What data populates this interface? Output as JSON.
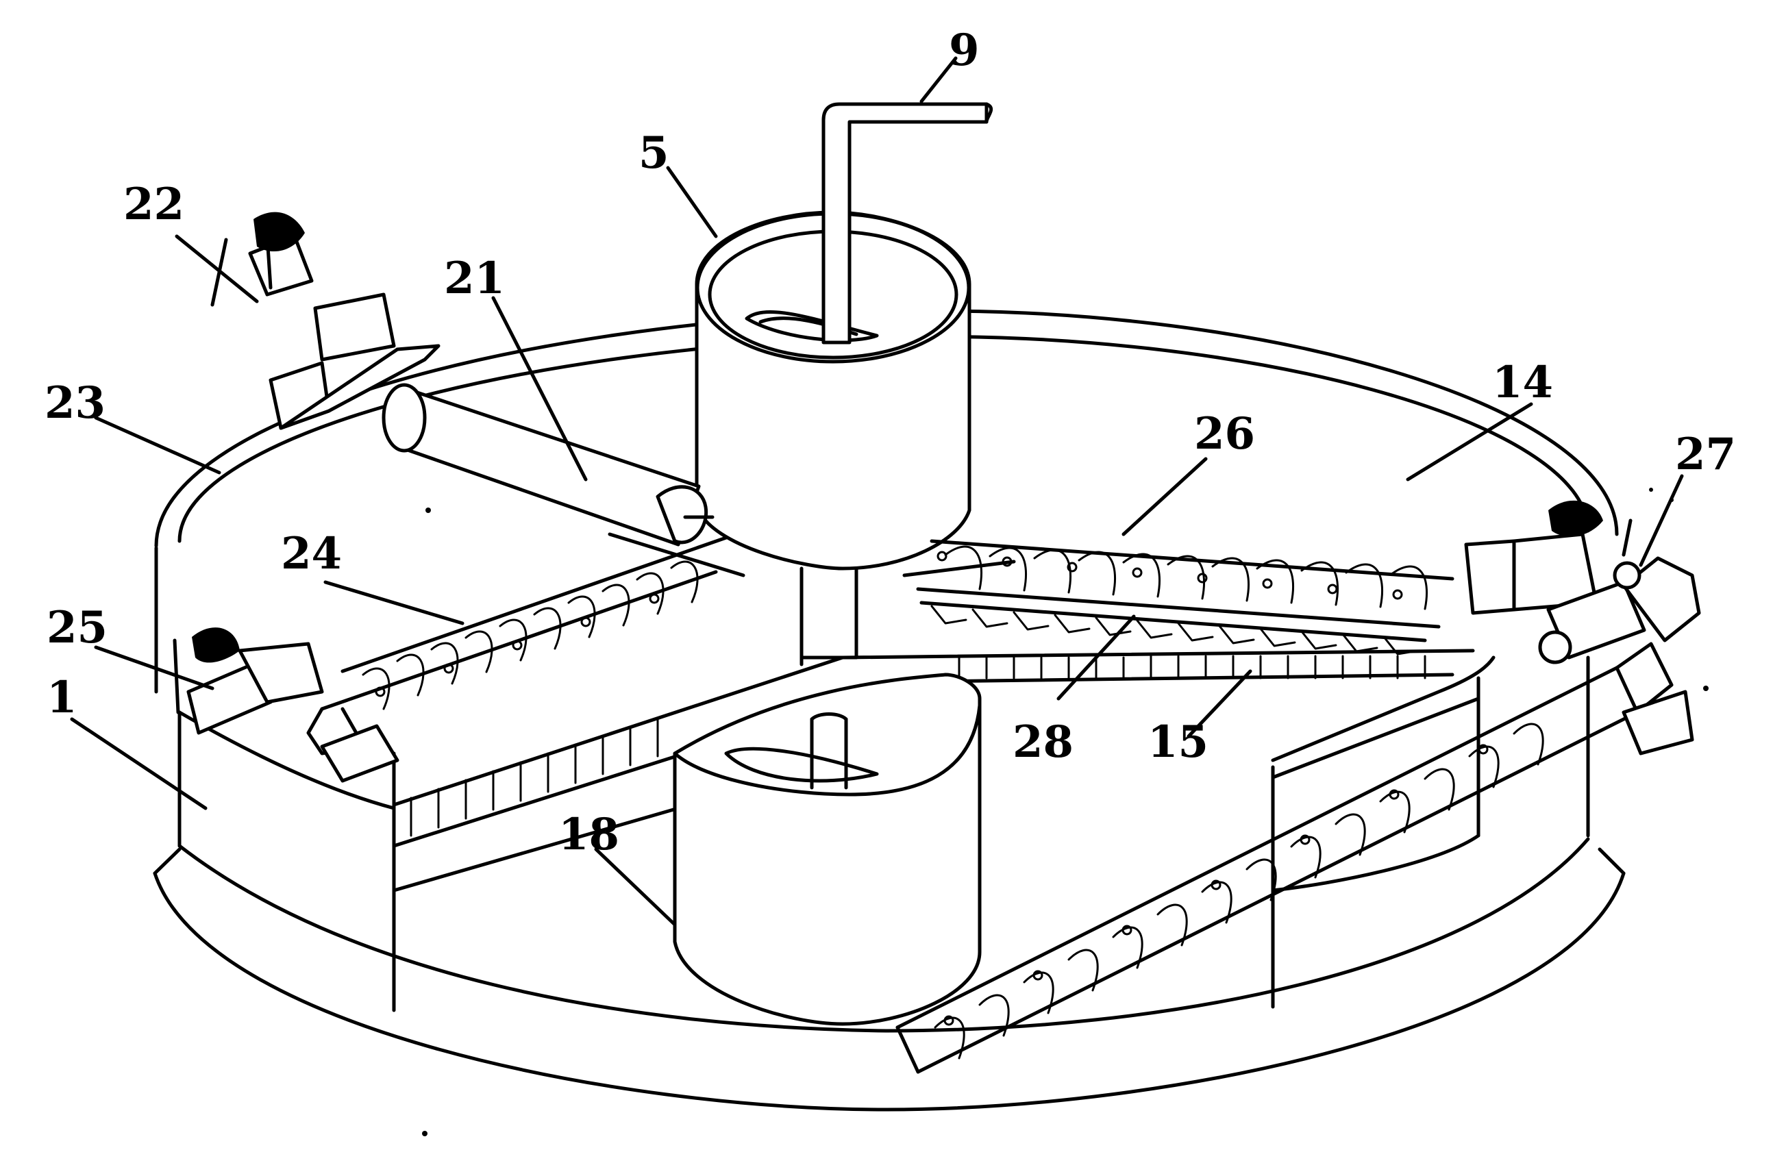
{
  "labels": {
    "n1": "1",
    "n5": "5",
    "n9": "9",
    "n14": "14",
    "n15": "15",
    "n18": "18",
    "n21": "21",
    "n22": "22",
    "n23": "23",
    "n24": "24",
    "n25": "25",
    "n26": "26",
    "n27": "27",
    "n28": "28"
  }
}
